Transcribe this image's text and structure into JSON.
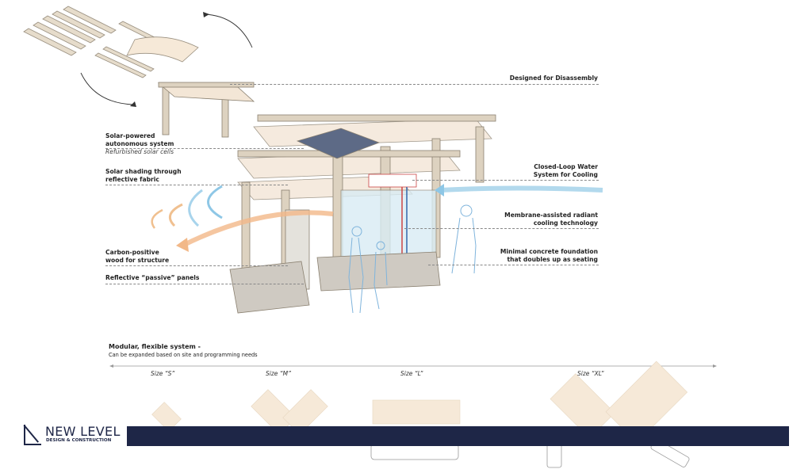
{
  "labels": {
    "disassembly": "Designed for Disassembly",
    "solar_1": "Solar-powered",
    "solar_2": "autonomous system",
    "solar_sub": "Refurbished solar cells",
    "shading_1": "Solar shading through",
    "shading_2": "reflective fabric",
    "carbon_1": "Carbon-positive",
    "carbon_2": "wood for structure",
    "panels": "Reflective “passive” panels",
    "water_1": "Closed-Loop Water",
    "water_2": "System for Cooling",
    "membrane_1": "Membrane-assisted radiant",
    "membrane_2": "cooling technology",
    "foundation_1": "Minimal concrete foundation",
    "foundation_2": "that doubles up as seating"
  },
  "modular": {
    "title": "Modular, flexible system -",
    "subtitle": "Can be expanded based on site and programming needs",
    "sizes": [
      "Size “S”",
      "Size “M”",
      "Size “L”",
      "Size “XL”"
    ]
  },
  "brand": {
    "name": "NEW LEVEL",
    "tagline": "DESIGN & CONSTRUCTION",
    "color": "#1e2647"
  },
  "colors": {
    "wood": "#d8cdbd",
    "fabric": "#f3e6d6",
    "cool": "#8ec7e6",
    "warm": "#f0b080"
  }
}
